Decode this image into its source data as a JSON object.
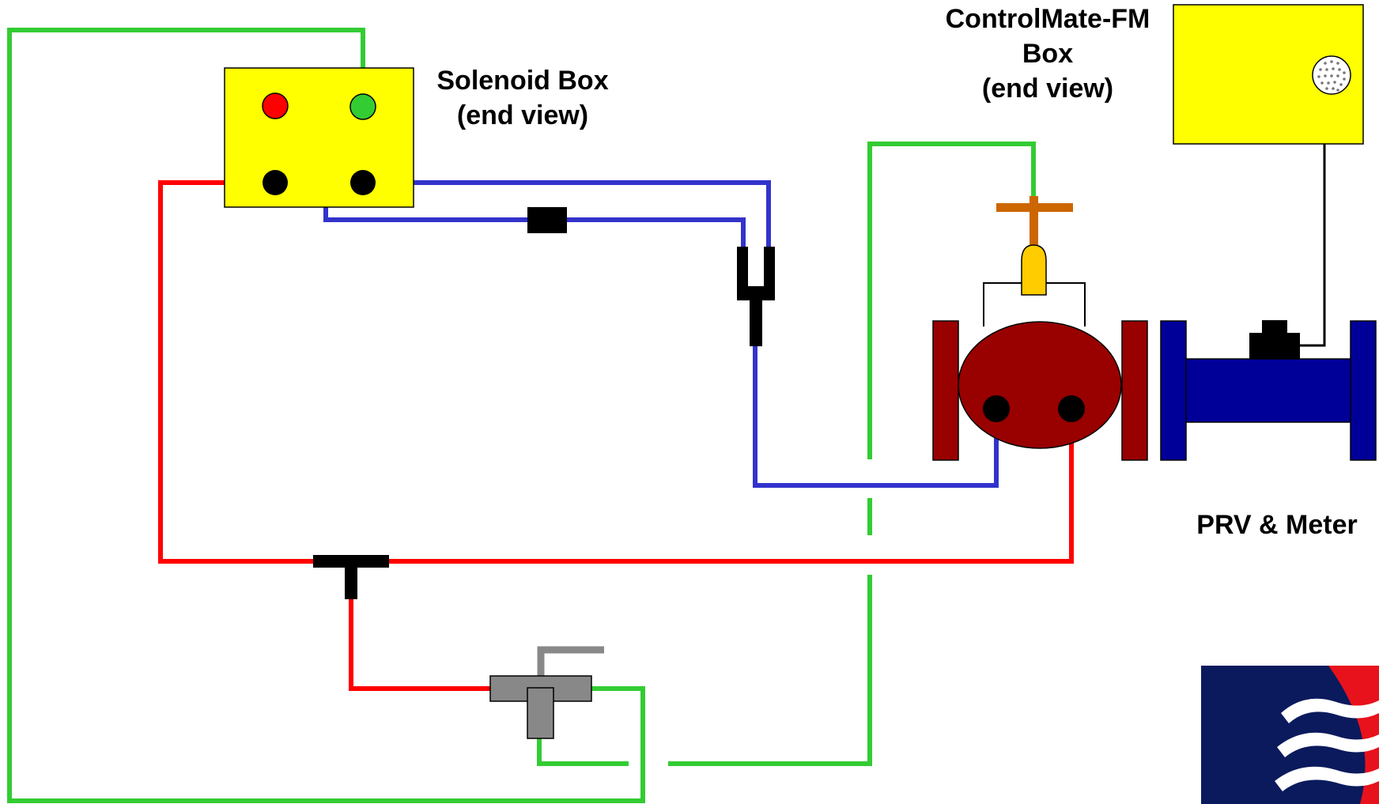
{
  "labels": {
    "solenoid_box": {
      "line1": "Solenoid Box",
      "line2": "(end view)"
    },
    "controlmate_box": {
      "line1": "ControlMate-FM",
      "line2": "Box",
      "line3": "(end view)"
    },
    "prv_meter": "PRV & Meter"
  },
  "colors": {
    "green_line": "#33cc33",
    "blue_line": "#3333cc",
    "red_line": "#ff0000",
    "box_yellow": "#ffff00",
    "valve_body": "#990000",
    "meter_blue": "#000099",
    "handwheel": "#cc6600",
    "pilot_yellow": "#ffcc00",
    "fitting_gray": "#888888",
    "fitting_black": "#000000"
  }
}
